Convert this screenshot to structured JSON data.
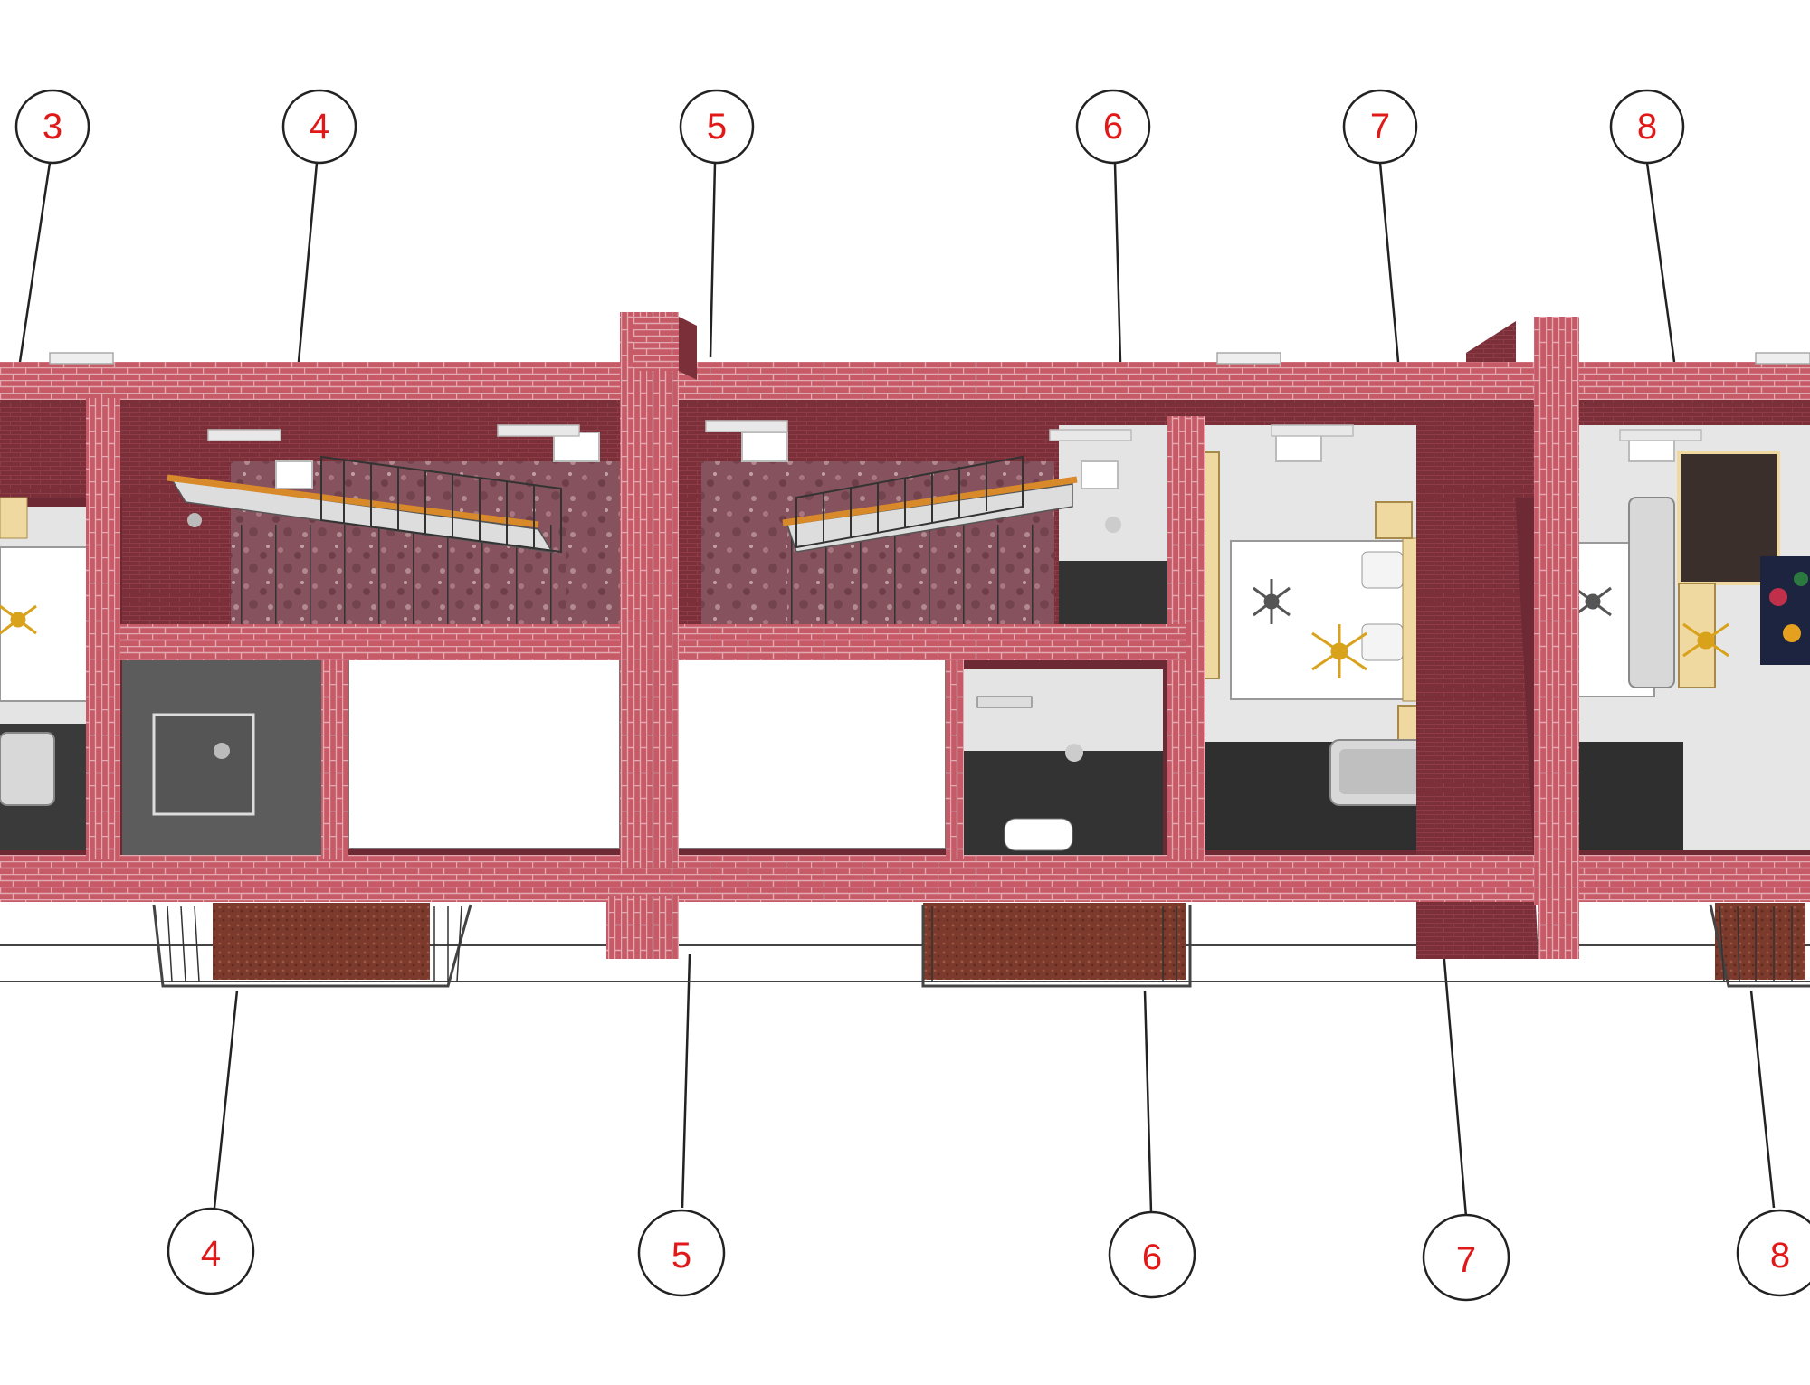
{
  "grid": {
    "top_labels": [
      "3",
      "4",
      "5",
      "6",
      "7",
      "8"
    ],
    "bottom_labels": [
      "4",
      "5",
      "6",
      "7",
      "8"
    ]
  },
  "colors": {
    "brick": "#c65a67",
    "brick_mortar": "#e3a9b0",
    "dark_brick": "#7a2f39",
    "granite": "#8a5560",
    "floor_light": "#e6e6e6",
    "floor_dark": "#3a3a3a",
    "label": "#e01818",
    "line": "#222222",
    "wood": "#f0d9a0",
    "handrail": "#d88a2a",
    "chandelier": "#d9a21b"
  },
  "icons": [
    "stair-icon",
    "chandelier-icon",
    "bed-icon",
    "sofa-icon",
    "balcony-railing-icon",
    "window-icon",
    "painting-icon"
  ]
}
